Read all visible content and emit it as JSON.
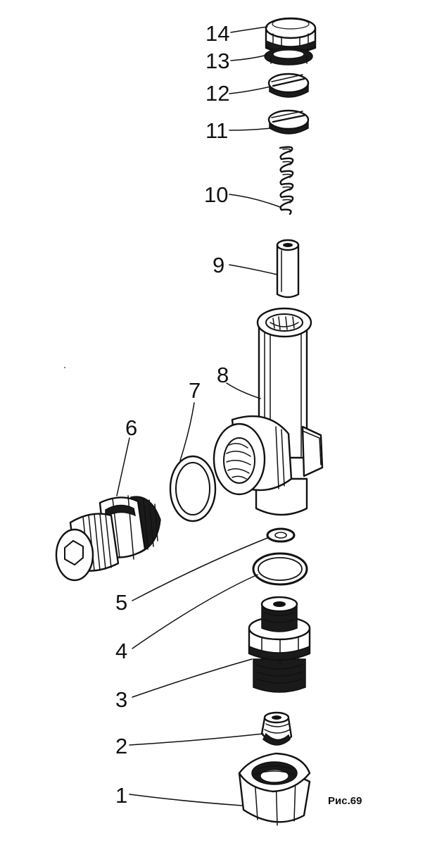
{
  "caption": "Рис.69",
  "parts": [
    {
      "id": "part-1",
      "label": "1",
      "shape": "hex-nut"
    },
    {
      "id": "part-2",
      "label": "2",
      "shape": "ferrule"
    },
    {
      "id": "part-3",
      "label": "3",
      "shape": "threaded-fitting"
    },
    {
      "id": "part-4",
      "label": "4",
      "shape": "sealing-ring"
    },
    {
      "id": "part-5",
      "label": "5",
      "shape": "small-washer"
    },
    {
      "id": "part-6",
      "label": "6",
      "shape": "union-fitting"
    },
    {
      "id": "part-7",
      "label": "7",
      "shape": "gasket"
    },
    {
      "id": "part-8",
      "label": "8",
      "shape": "valve-body"
    },
    {
      "id": "part-9",
      "label": "9",
      "shape": "pushrod"
    },
    {
      "id": "part-10",
      "label": "10",
      "shape": "spring"
    },
    {
      "id": "part-11",
      "label": "11",
      "shape": "adjusting-screw"
    },
    {
      "id": "part-12",
      "label": "12",
      "shape": "lock-screw"
    },
    {
      "id": "part-13",
      "label": "13",
      "shape": "washer"
    },
    {
      "id": "part-14",
      "label": "14",
      "shape": "cap-nut"
    }
  ]
}
